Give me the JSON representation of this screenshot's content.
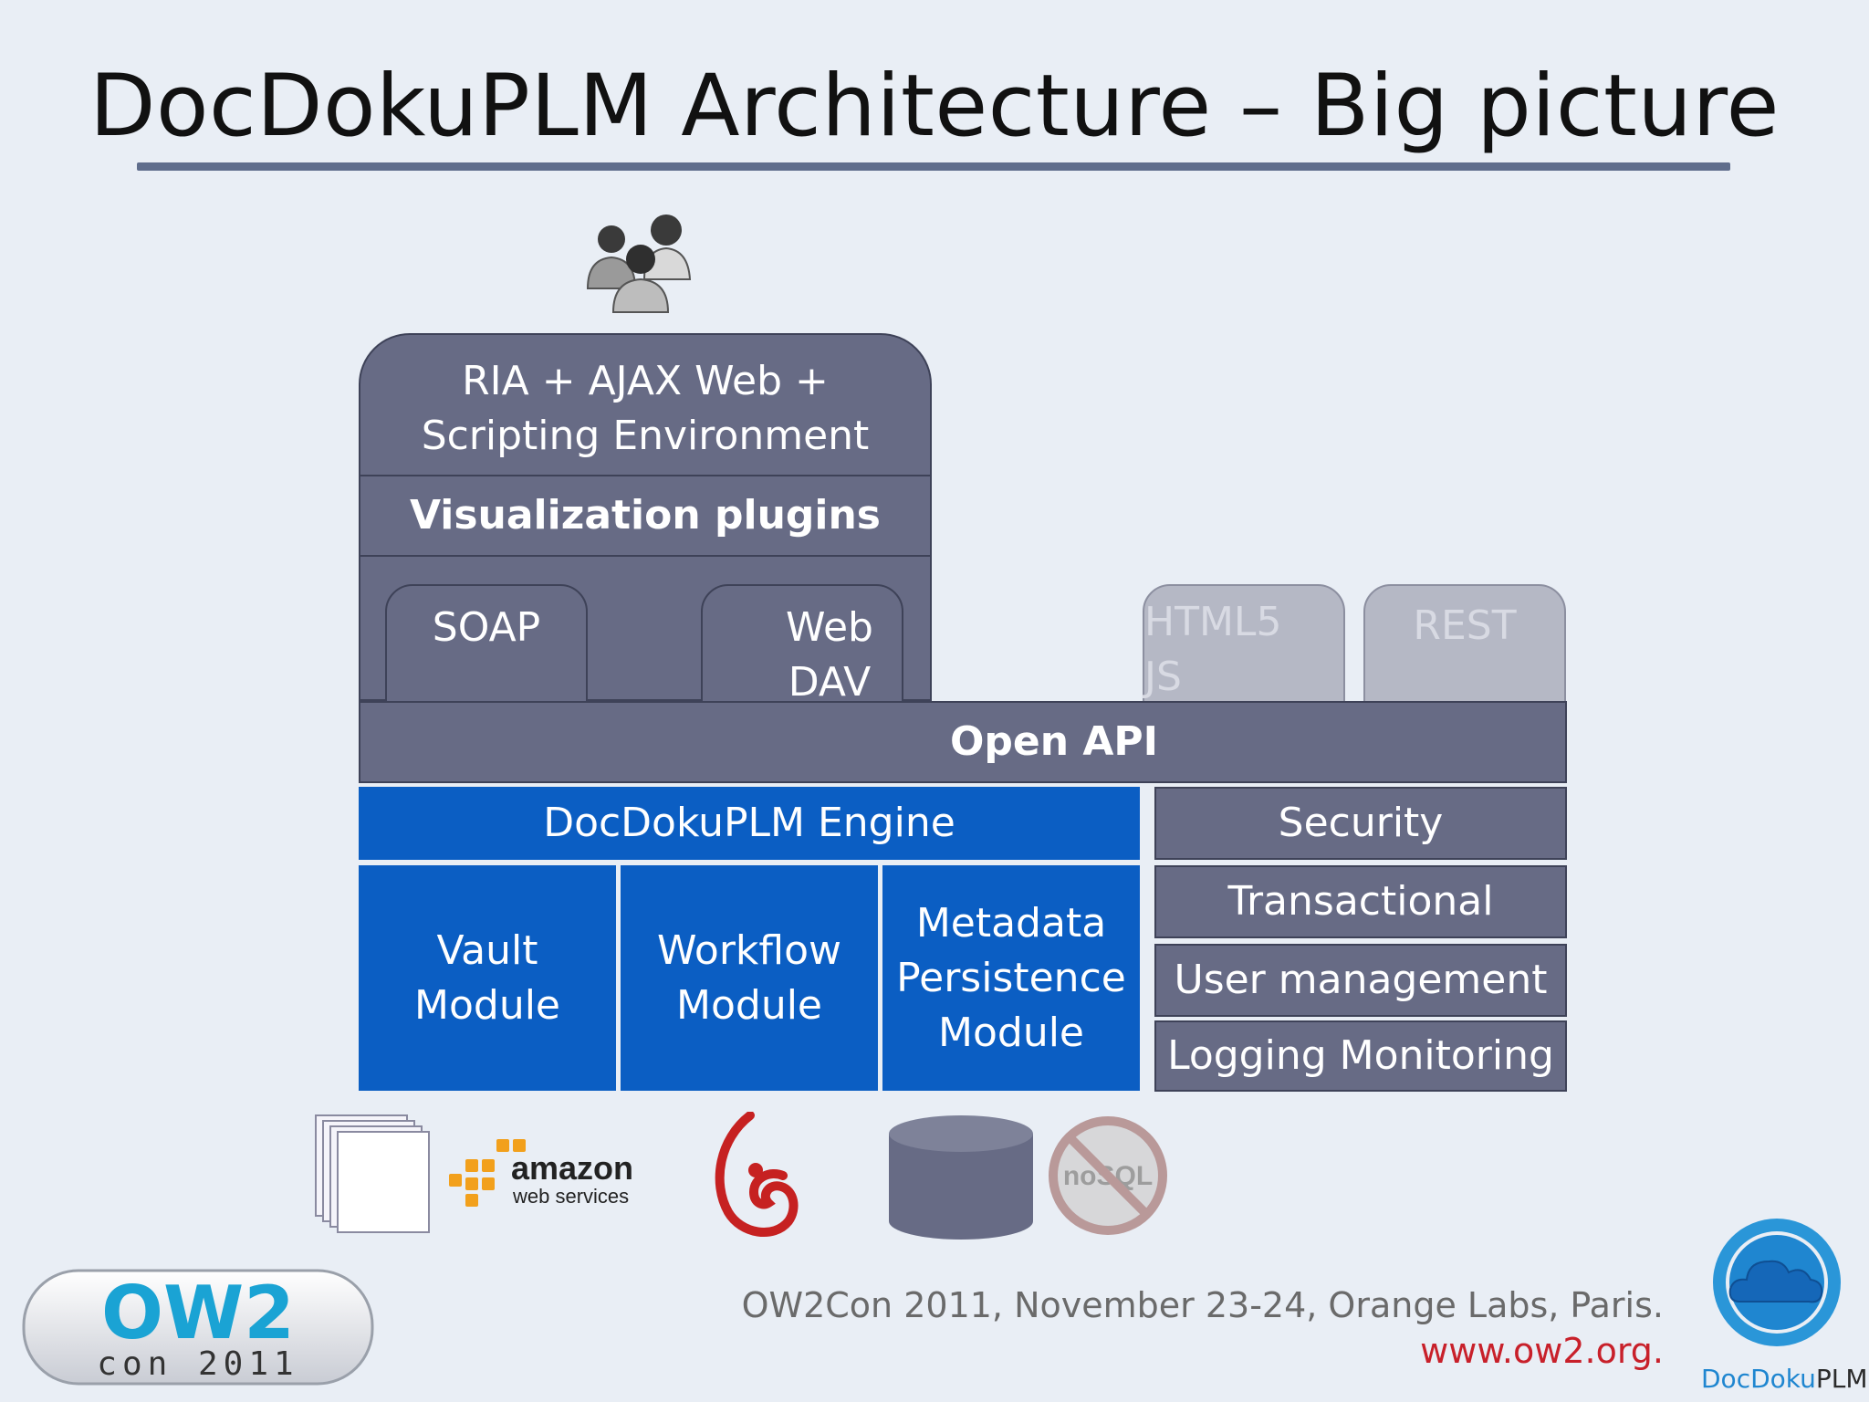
{
  "slide": {
    "title": "DocDokuPLM Architecture – Big picture"
  },
  "client": {
    "ria": [
      "RIA + AJAX Web +",
      "Scripting Environment"
    ],
    "visualization": "Visualization plugins",
    "soap": "SOAP",
    "webdav": [
      "Web",
      "DAV"
    ]
  },
  "future": {
    "html5": [
      "HTML5",
      "JS"
    ],
    "rest": "REST"
  },
  "api": {
    "open_api": "Open API"
  },
  "engine": {
    "title": "DocDokuPLM Engine",
    "vault": [
      "Vault",
      "Module"
    ],
    "workflow": [
      "Workflow",
      "Module"
    ],
    "metadata": [
      "Metadata",
      "Persistence",
      "Module"
    ]
  },
  "services": {
    "security": "Security",
    "transactional": "Transactional",
    "user_management": "User management",
    "logging": "Logging Monitoring"
  },
  "storage": {
    "amazon_word": "amazon",
    "amazon_sub": "web services",
    "nosql": "noSQL"
  },
  "footer": {
    "event": "OW2Con 2011, November 23-24, Orange Labs, Paris.",
    "url": "www.ow2.org.",
    "ow2_top": "OW2",
    "ow2_bottom": "con 2011",
    "docdoku_a": "DocDoku",
    "docdoku_b": "PLM"
  },
  "colors": {
    "slate": "#676b85",
    "blue": "#0b5ec3",
    "ghost": "#b5b8c5",
    "title_rule": "#5f6d8c",
    "url_red": "#c8202a"
  },
  "icons": [
    "users-icon",
    "file-stack-icon",
    "amazon-logo",
    "swirl-logo",
    "database-icon",
    "nosql-prohibited-icon",
    "ow2-logo",
    "docdoku-cloud-logo"
  ]
}
